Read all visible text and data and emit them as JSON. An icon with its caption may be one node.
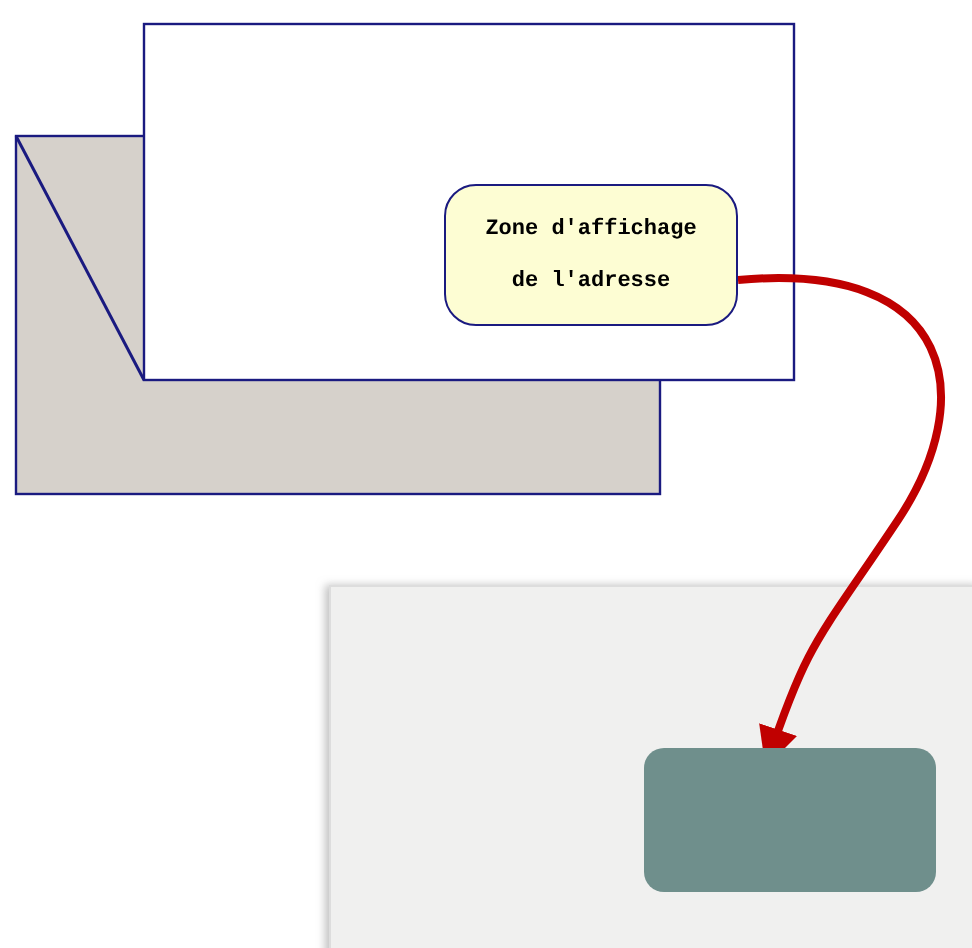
{
  "diagram": {
    "nodes": [
      {
        "text": [
          "Zone d'affichage de l'adresse"
        ]
      },
      {
        "text": [],
        "shape": "box"
      }
    ],
    "edges": [
      {
        "from": 0,
        "to": 1,
        "arrow": "to",
        "color": "#c00000"
      }
    ]
  }
}
